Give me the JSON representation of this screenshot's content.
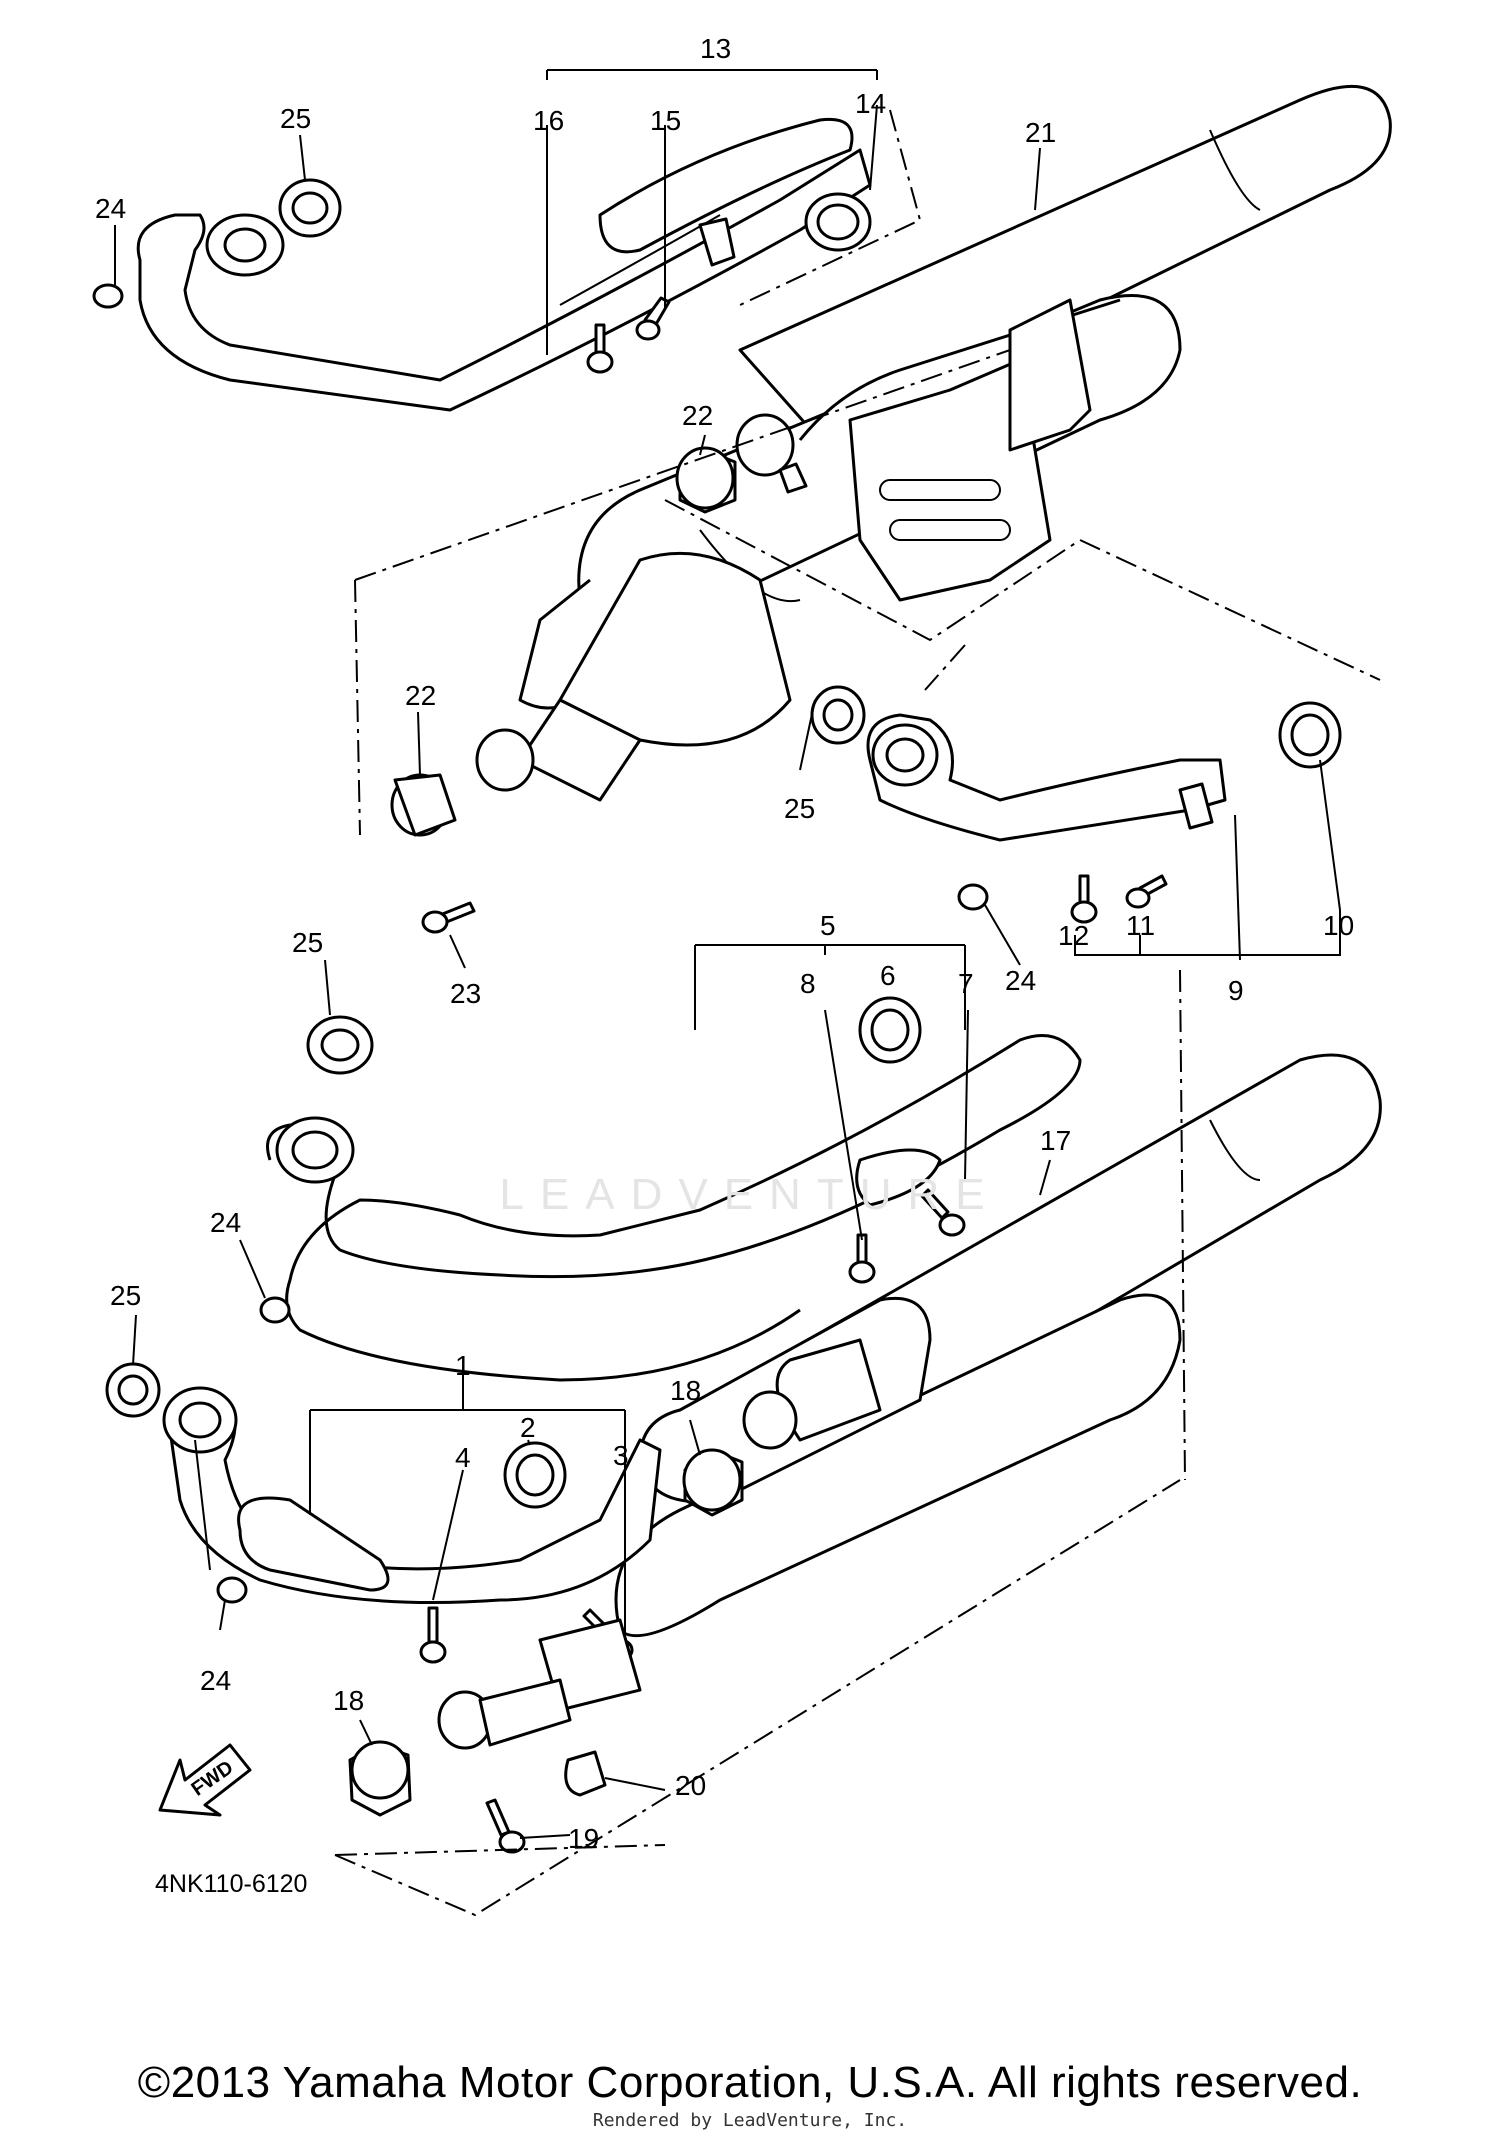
{
  "diagram_code": "4NK110-6120",
  "copyright": "©2013 Yamaha Motor Corporation, U.S.A. All rights reserved.",
  "rendered_by": "Rendered by LeadVenture, Inc.",
  "watermark": "LEADVENTURE",
  "fwd_label": "FWD",
  "callouts": {
    "c1": "1",
    "c2": "2",
    "c3": "3",
    "c4": "4",
    "c5": "5",
    "c6": "6",
    "c7": "7",
    "c8": "8",
    "c9": "9",
    "c10": "10",
    "c11": "11",
    "c12": "12",
    "c13": "13",
    "c14": "14",
    "c15": "15",
    "c16": "16",
    "c17": "17",
    "c18a": "18",
    "c18b": "18",
    "c19": "19",
    "c20": "20",
    "c21": "21",
    "c22a": "22",
    "c22b": "22",
    "c23": "23",
    "c24a": "24",
    "c24b": "24",
    "c24c": "24",
    "c24d": "24",
    "c25a": "25",
    "c25b": "25",
    "c25c": "25",
    "c25d": "25"
  }
}
